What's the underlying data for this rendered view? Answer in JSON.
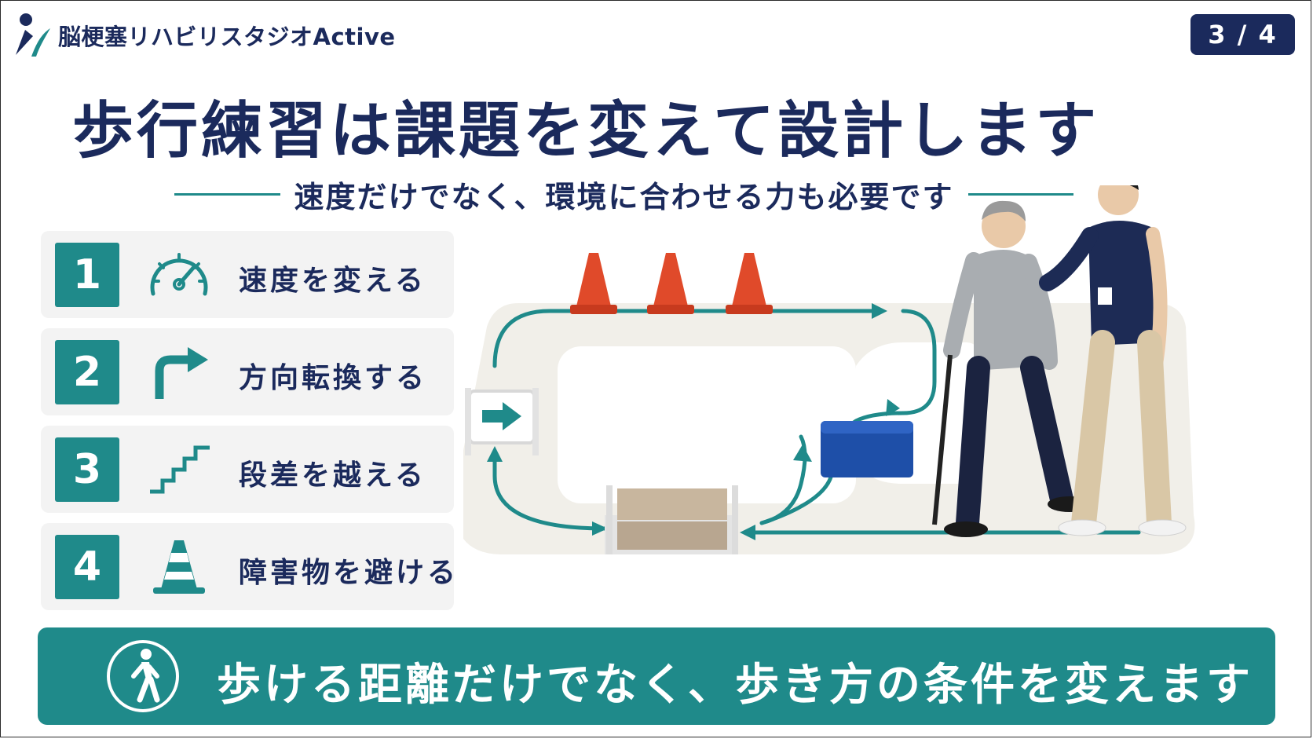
{
  "header": {
    "brand": "脳梗塞リハビリスタジオActive",
    "page": "3 / 4"
  },
  "title": "歩行練習は課題を変えて設計します",
  "subtitle": "速度だけでなく、環境に合わせる力も必要です",
  "tasks": [
    {
      "number": "1",
      "label": "速度を変える",
      "icon": "speedometer-icon"
    },
    {
      "number": "2",
      "label": "方向転換する",
      "icon": "turn-arrow-icon"
    },
    {
      "number": "3",
      "label": "段差を越える",
      "icon": "stairs-icon"
    },
    {
      "number": "4",
      "label": "障害物を避ける",
      "icon": "cone-icon"
    }
  ],
  "banner": {
    "text": "歩ける距離だけでなく、歩き方の条件を変えます",
    "icon": "walking-person-icon"
  },
  "colors": {
    "navy": "#1b2a5c",
    "teal": "#1f8a8a",
    "cone": "#e04a2a",
    "block": "#1e4fa8"
  }
}
